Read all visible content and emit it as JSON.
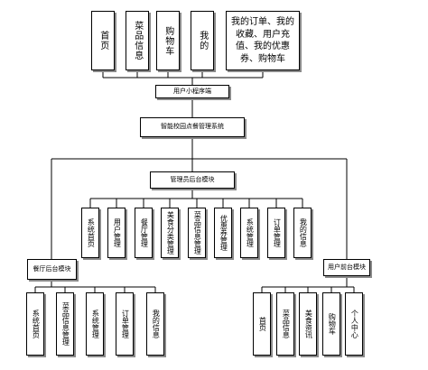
{
  "diagram": {
    "top_nodes": [
      "首页",
      "菜品信息",
      "购物车",
      "我的"
    ],
    "top_desc": "我的订单、我的收藏、用户充值、我的优惠券、购物车",
    "user_client": "用户小程序端",
    "system": "智能校园点餐管理系统",
    "admin_module": "管理员后台模块",
    "admin_nodes": [
      "系统首页",
      "用户管理",
      "餐厅管理",
      "美食分类管理",
      "菜品信息管理",
      "优惠券管理",
      "系统管理",
      "订单管理",
      "我的信息"
    ],
    "restaurant_module": "餐厅后台模块",
    "restaurant_nodes": [
      "系统首页",
      "菜品信息管理",
      "系统管理",
      "订单管理",
      "我的信息"
    ],
    "user_frontend_module": "用户前台模块",
    "user_frontend_nodes": [
      "首页",
      "菜品信息",
      "美食资讯",
      "购物车",
      "个人中心"
    ]
  }
}
